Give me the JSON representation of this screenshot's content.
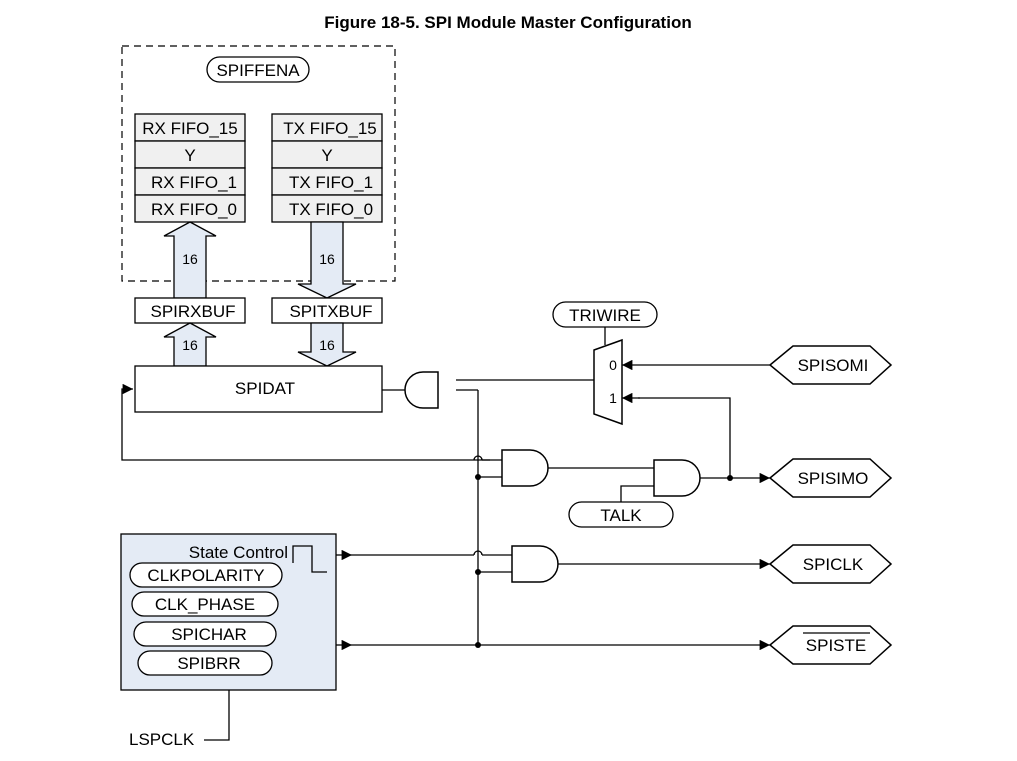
{
  "figure_title": "Figure 18-5. SPI Module Master Configuration",
  "fifo_enable": "SPIFFENA",
  "rx_fifo": [
    "RX FIFO_15",
    "Y",
    "RX FIFO_1",
    "RX FIFO_0"
  ],
  "tx_fifo": [
    "TX FIFO_15",
    "Y",
    "TX FIFO_1",
    "TX FIFO_0"
  ],
  "bus_width": "16",
  "rx_buffer": "SPIRXBUF",
  "tx_buffer": "SPITXBUF",
  "data_register": "SPIDAT",
  "triwire": "TRIWIRE",
  "mux_inputs": [
    "0",
    "1"
  ],
  "talk": "TALK",
  "state_control": {
    "title": "State Control",
    "fields": [
      "CLKPOLARITY",
      "CLK_PHASE",
      "SPICHAR",
      "SPIBRR"
    ]
  },
  "clock_source": "LSPCLK",
  "pins": [
    "SPISOMI",
    "SPISIMO",
    "SPICLK",
    "SPISTE"
  ],
  "colors": {
    "block_fill": "#e4ebf5",
    "fifo_fill": "#f0f0f0",
    "line": "#000000"
  }
}
